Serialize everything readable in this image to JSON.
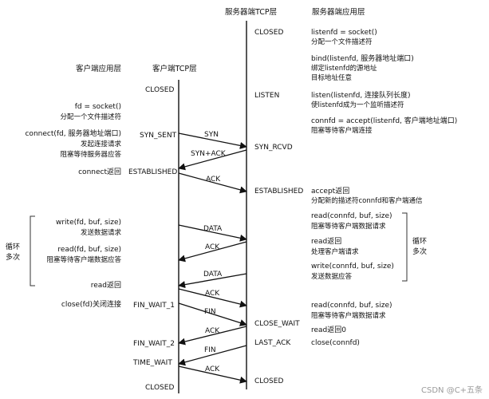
{
  "headers": {
    "server_tcp": "服务器端TCP层",
    "server_app": "服务器端应用层",
    "client_app": "客户端应用层",
    "client_tcp": "客户端TCP层"
  },
  "client_states": {
    "closed_top": "CLOSED",
    "syn_sent": "SYN_SENT",
    "established": "ESTABLISHED",
    "fin_wait_1": "FIN_WAIT_1",
    "fin_wait_2": "FIN_WAIT_2",
    "time_wait": "TIME_WAIT",
    "closed_bottom": "CLOSED"
  },
  "server_states": {
    "closed_top": "CLOSED",
    "listen": "LISTEN",
    "syn_rcvd": "SYN_RCVD",
    "established": "ESTABLISHED",
    "close_wait": "CLOSE_WAIT",
    "last_ack": "LAST_ACK",
    "closed_bottom": "CLOSED"
  },
  "segments": {
    "syn": "SYN",
    "syn_ack": "SYN+ACK",
    "ack1": "ACK",
    "data1": "DATA",
    "ack2": "ACK",
    "data2": "DATA",
    "ack3": "ACK",
    "fin1": "FIN",
    "ack4": "ACK",
    "fin2": "FIN",
    "ack5": "ACK"
  },
  "client_app": {
    "socket_call": "fd = socket()",
    "socket_desc": "分配一个文件描述符",
    "connect_call": "connect(fd, 服务器地址端口)",
    "connect_desc1": "发起连接请求",
    "connect_desc2": "阻塞等待服务器应答",
    "connect_return": "connect返回",
    "write_call": "write(fd, buf, size)",
    "write_desc": "发送数据请求",
    "read_call": "read(fd, buf, size)",
    "read_desc": "阻塞等待客户端数据应答",
    "read_return": "read返回",
    "close_call": "close(fd)关闭连接",
    "loop1": "循环",
    "loop2": "多次"
  },
  "server_app": {
    "socket_call": "listenfd = socket()",
    "socket_desc": "分配一个文件描述符",
    "bind_call": "bind(listenfd, 服务器地址端口)",
    "bind_desc1": "绑定listenfd的源地址",
    "bind_desc2": "目标地址任意",
    "listen_call": "listen(listenfd, 连接队列长度)",
    "listen_desc": "使listenfd成为一个监听描述符",
    "accept_call": "connfd = accept(listenfd, 客户端地址端口)",
    "accept_desc": "阻塞等待客户端连接",
    "accept_return": "accept返回",
    "accept_return_desc": "分配新的描述符connfd和客户端通信",
    "read1_call": "read(connfd, buf, size)",
    "read1_desc": "阻塞等待客户端数据请求",
    "read1_return": "read返回",
    "read1_return_desc": "处理客户端请求",
    "write_call": "write(connfd, buf, size)",
    "write_desc": "发送数据应答",
    "read2_call": "read(connfd, buf, size)",
    "read2_desc": "阻塞等待客户端数据请求",
    "read0": "read返回0",
    "close_call": "close(connfd)",
    "loop1": "循环",
    "loop2": "多次"
  },
  "watermark": "CSDN @C+五条"
}
